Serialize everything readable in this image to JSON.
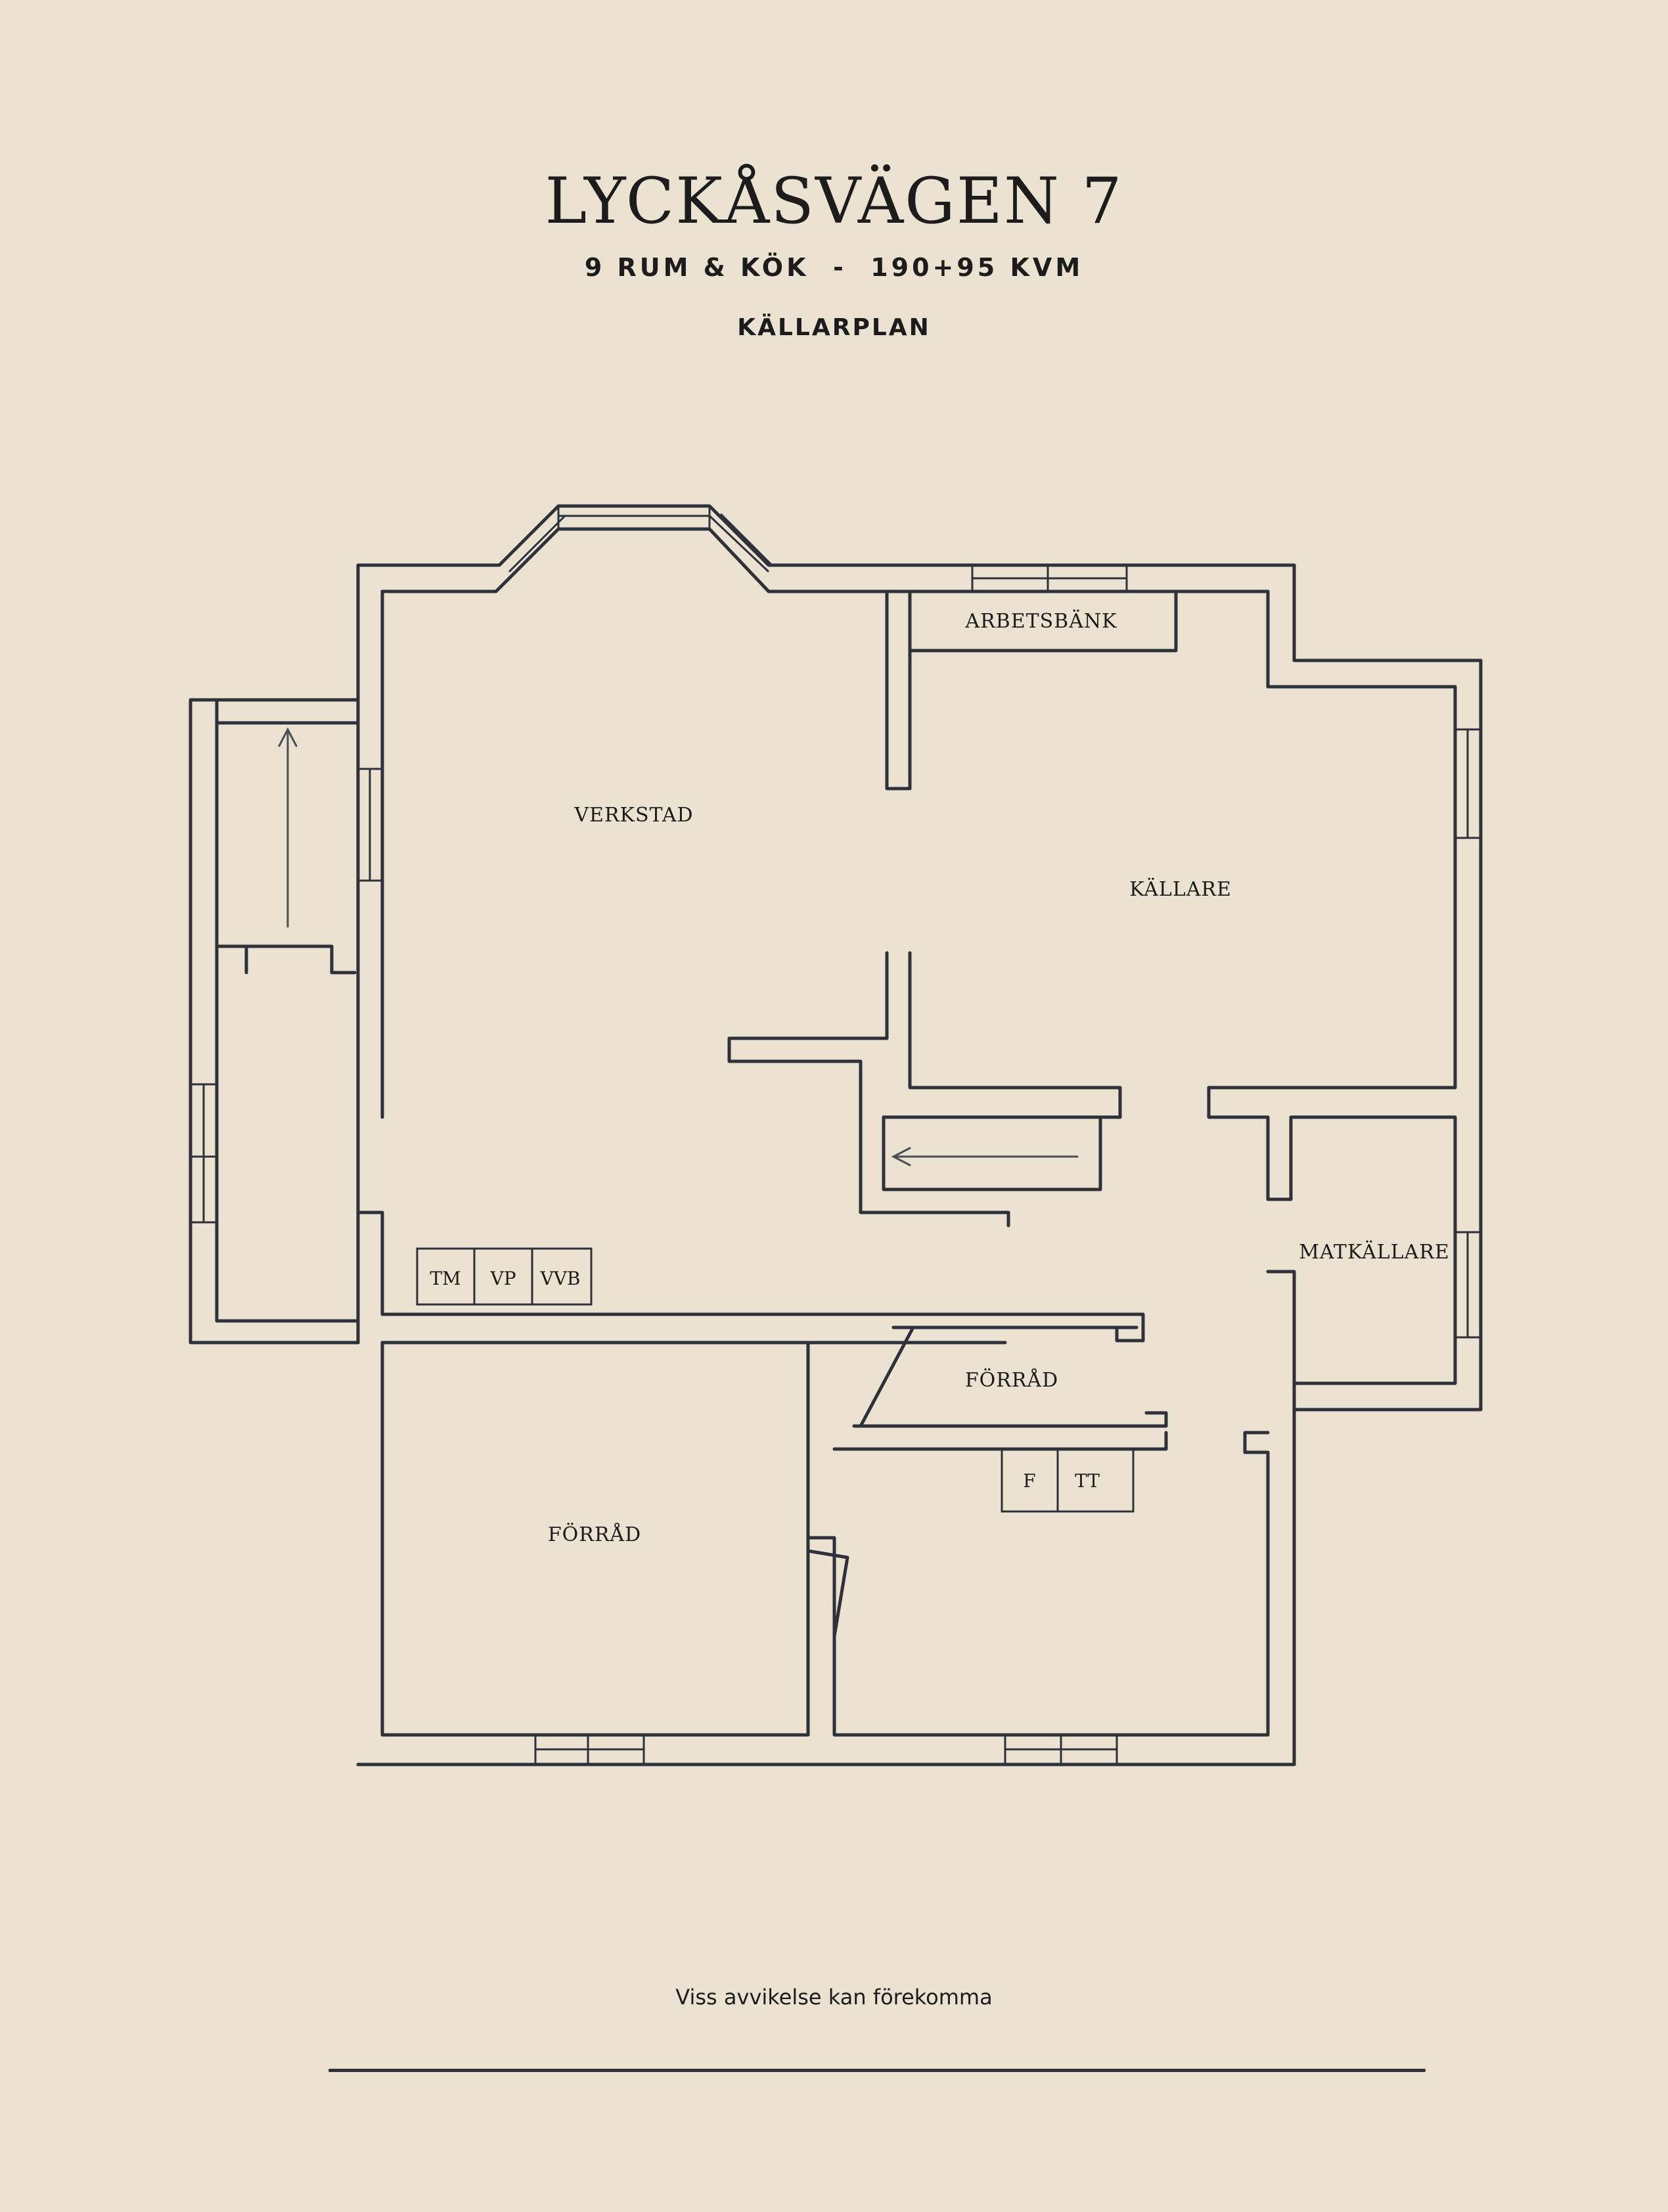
{
  "header": {
    "title": "LYCKÅSVÄGEN 7",
    "subtitle": "9 RUM & KÖK  -  190+95 KVM",
    "floor": "KÄLLARPLAN"
  },
  "rooms": {
    "verkstad": "VERKSTAD",
    "arbetsbank": "ARBETSBÄNK",
    "kallare": "KÄLLARE",
    "matkallare": "MATKÄLLARE",
    "forrad_middle": "FÖRRÅD",
    "forrad_left": "FÖRRÅD"
  },
  "fixtures": {
    "tm": "TM",
    "vp": "VP",
    "vvb": "VVB",
    "f": "F",
    "tt": "TT"
  },
  "footer": {
    "disclaimer": "Viss avvikelse kan förekomma"
  }
}
